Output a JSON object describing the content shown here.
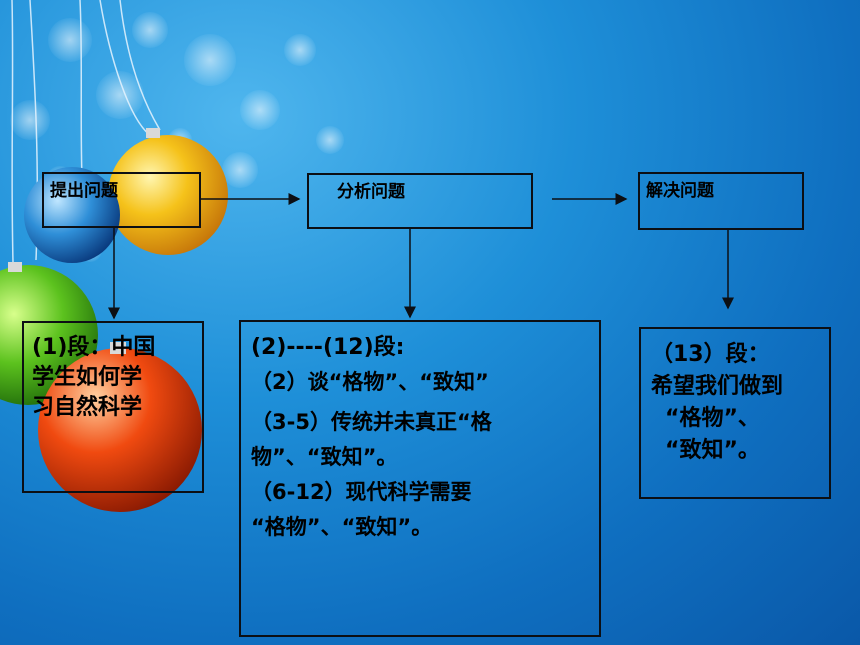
{
  "diagram": {
    "nodes": {
      "raise": {
        "label": "提出问题"
      },
      "analyze": {
        "label": "分析问题"
      },
      "solve": {
        "label": "解决问题"
      }
    },
    "details": {
      "left": {
        "lines": [
          "(1)段：中国",
          "学生如何学",
          "习自然科学"
        ]
      },
      "middle": {
        "lines": [
          "(2)----(12)段:",
          "（2）谈“格物”、“致知”",
          "（3-5）传统并未真正“格",
          "物”、“致知”。",
          "（6-12）现代科学需要",
          "“格物”、“致知”。"
        ]
      },
      "right": {
        "lines": [
          "（13）段：",
          "希望我们做到",
          "“格物”、",
          "“致知”。"
        ]
      }
    },
    "colors": {
      "line": "#0c0f14",
      "bg_light": "#4fb6ee",
      "bg_dark": "#0a58a8"
    }
  }
}
